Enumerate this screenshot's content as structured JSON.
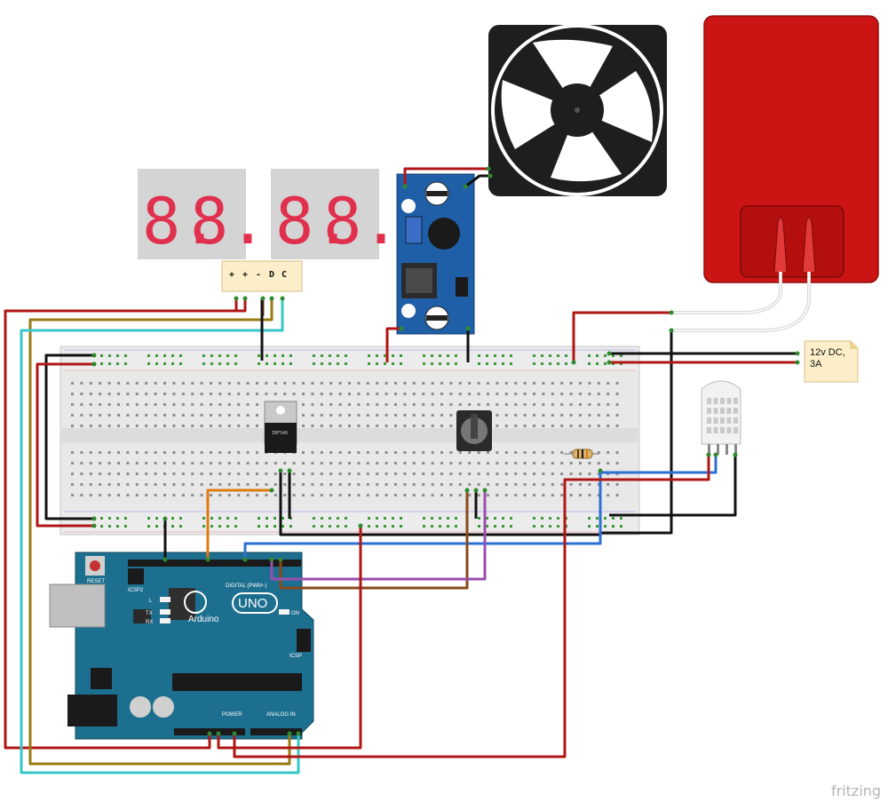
{
  "display": {
    "segments": [
      "8.",
      "8.",
      "8.",
      "8."
    ]
  },
  "display_header": {
    "pins": [
      "+",
      "+",
      "-",
      "D",
      "C"
    ]
  },
  "power_note": {
    "line1": "12v DC,",
    "line2": "3A"
  },
  "arduino": {
    "logo": "Arduino",
    "model": "UNO",
    "reset": "RESET",
    "icsp2": "ICSP2",
    "icsp": "ICSP",
    "digital": "DIGITAL (PWM~)",
    "power": "POWER",
    "analog": "ANALOG IN",
    "on": "ON",
    "tx": "TX",
    "rx": "RX",
    "l": "L"
  },
  "transistor": {
    "label": "IRF540"
  },
  "brand": "fritzing",
  "colors": {
    "heater": "#cc1414",
    "fan": "#1e1e1e",
    "breadboard": "#e8e8e8",
    "arduino": "#1d6f8f",
    "buck": "#1f5fa8",
    "wire_red": "#b11616",
    "wire_black": "#111111",
    "wire_brown": "#8a4a1a",
    "wire_gold": "#9a7a14",
    "wire_cyan": "#38c7c7",
    "wire_blue": "#2e6fd6",
    "wire_purple": "#9a4fb0",
    "wire_orange": "#e07a14"
  }
}
